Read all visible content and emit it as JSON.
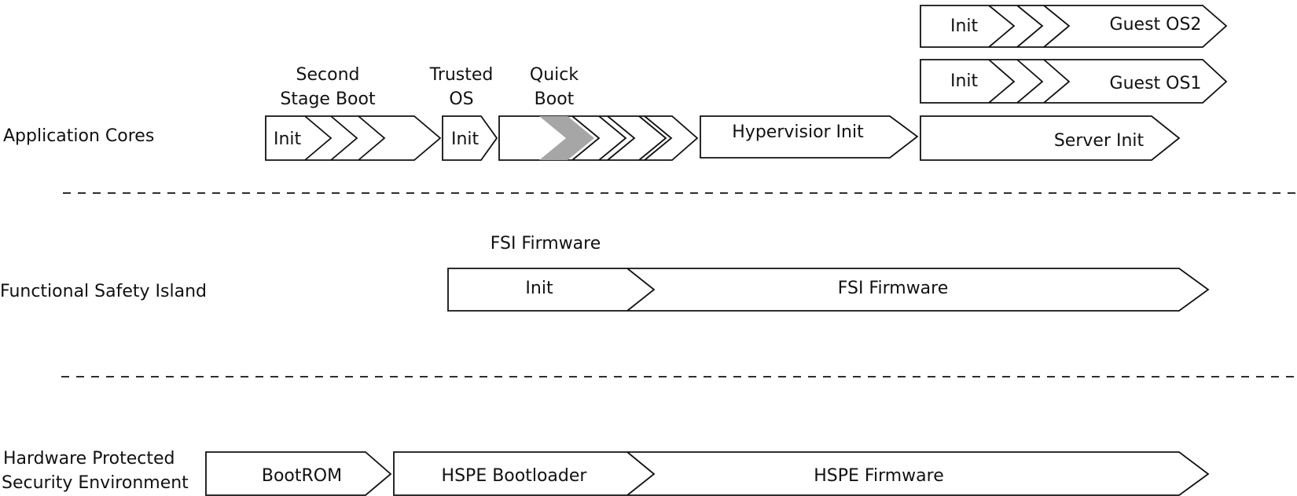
{
  "lanes": {
    "application_cores": "Application Cores",
    "functional_safety_island": "Functional Safety Island",
    "hpse_line1": "Hardware Protected",
    "hpse_line2": "Security Environment"
  },
  "app_cores": {
    "second_stage_header_1": "Second",
    "second_stage_header_2": "Stage Boot",
    "trusted_os_header_1": "Trusted",
    "trusted_os_header_2": "OS",
    "quick_boot_header_1": "Quick",
    "quick_boot_header_2": "Boot",
    "second_stage_init": "Init",
    "trusted_os_init": "Init",
    "hypervisor_init": "Hypervisior Init",
    "server_init": "Server Init",
    "guest_os1_init": "Init",
    "guest_os1": "Guest OS1",
    "guest_os2_init": "Init",
    "guest_os2": "Guest OS2"
  },
  "fsi": {
    "header": "FSI Firmware",
    "init": "Init",
    "firmware": "FSI Firmware"
  },
  "hpse": {
    "bootrom": "BootROM",
    "bootloader": "HSPE Bootloader",
    "firmware": "HSPE Firmware"
  },
  "colors": {
    "highlight_chevron": "#a6a6a6",
    "stroke": "#111111"
  }
}
